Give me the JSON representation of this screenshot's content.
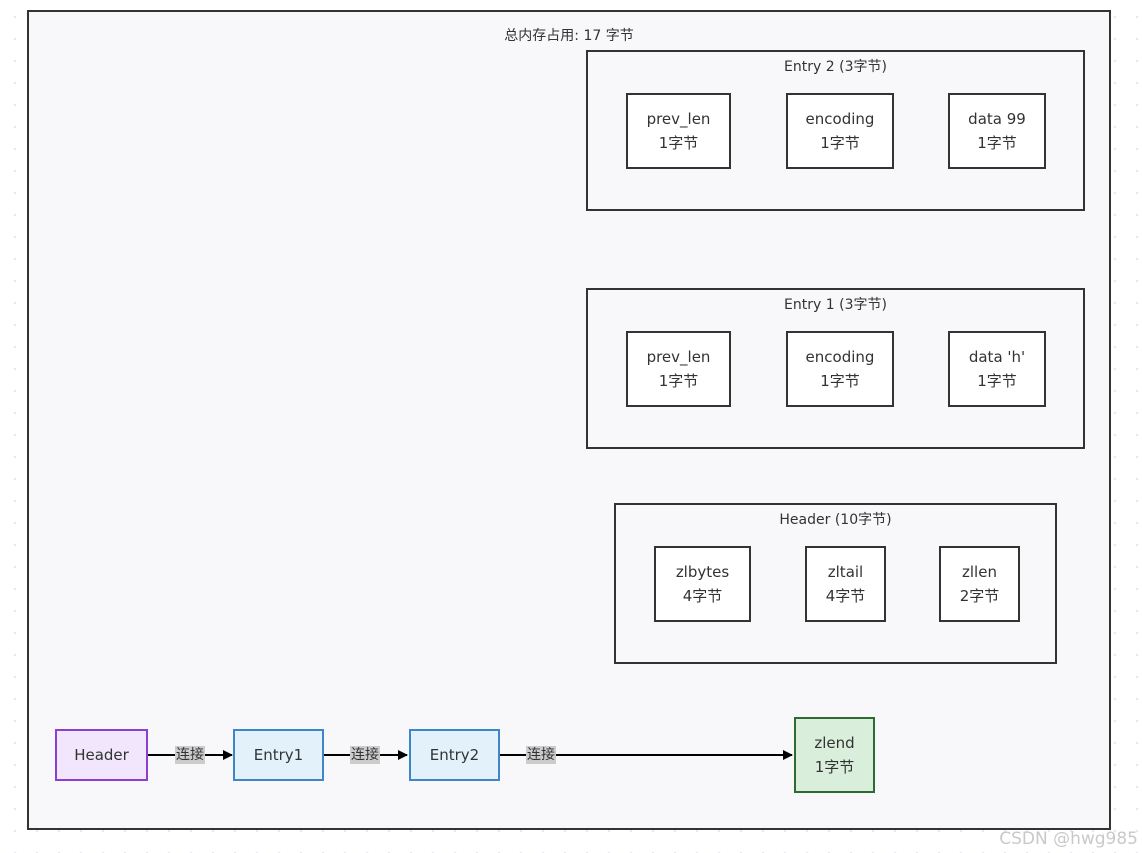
{
  "title": "总内存占用: 17 字节",
  "groups": [
    {
      "title": "Entry 2 (3字节)",
      "cells": [
        {
          "name": "prev_len",
          "size": "1字节"
        },
        {
          "name": "encoding",
          "size": "1字节"
        },
        {
          "name": "data 99",
          "size": "1字节"
        }
      ]
    },
    {
      "title": "Entry 1 (3字节)",
      "cells": [
        {
          "name": "prev_len",
          "size": "1字节"
        },
        {
          "name": "encoding",
          "size": "1字节"
        },
        {
          "name": "data 'h'",
          "size": "1字节"
        }
      ]
    },
    {
      "title": "Header (10字节)",
      "cells": [
        {
          "name": "zlbytes",
          "size": "4字节"
        },
        {
          "name": "zltail",
          "size": "4字节"
        },
        {
          "name": "zllen",
          "size": "2字节"
        }
      ]
    }
  ],
  "flow": {
    "nodes": [
      {
        "label": "Header"
      },
      {
        "label": "Entry1"
      },
      {
        "label": "Entry2"
      },
      {
        "label": "zlend",
        "sub": "1字节"
      }
    ],
    "edge_label": "连接"
  },
  "colors": {
    "header_fill": "#f1e6fb",
    "header_stroke": "#8a3fd1",
    "entry_fill": "#e3f1fb",
    "entry_stroke": "#3f86c8",
    "zlend_fill": "#d9eedb",
    "zlend_stroke": "#2d6b32"
  },
  "watermark": "CSDN @hwg985"
}
